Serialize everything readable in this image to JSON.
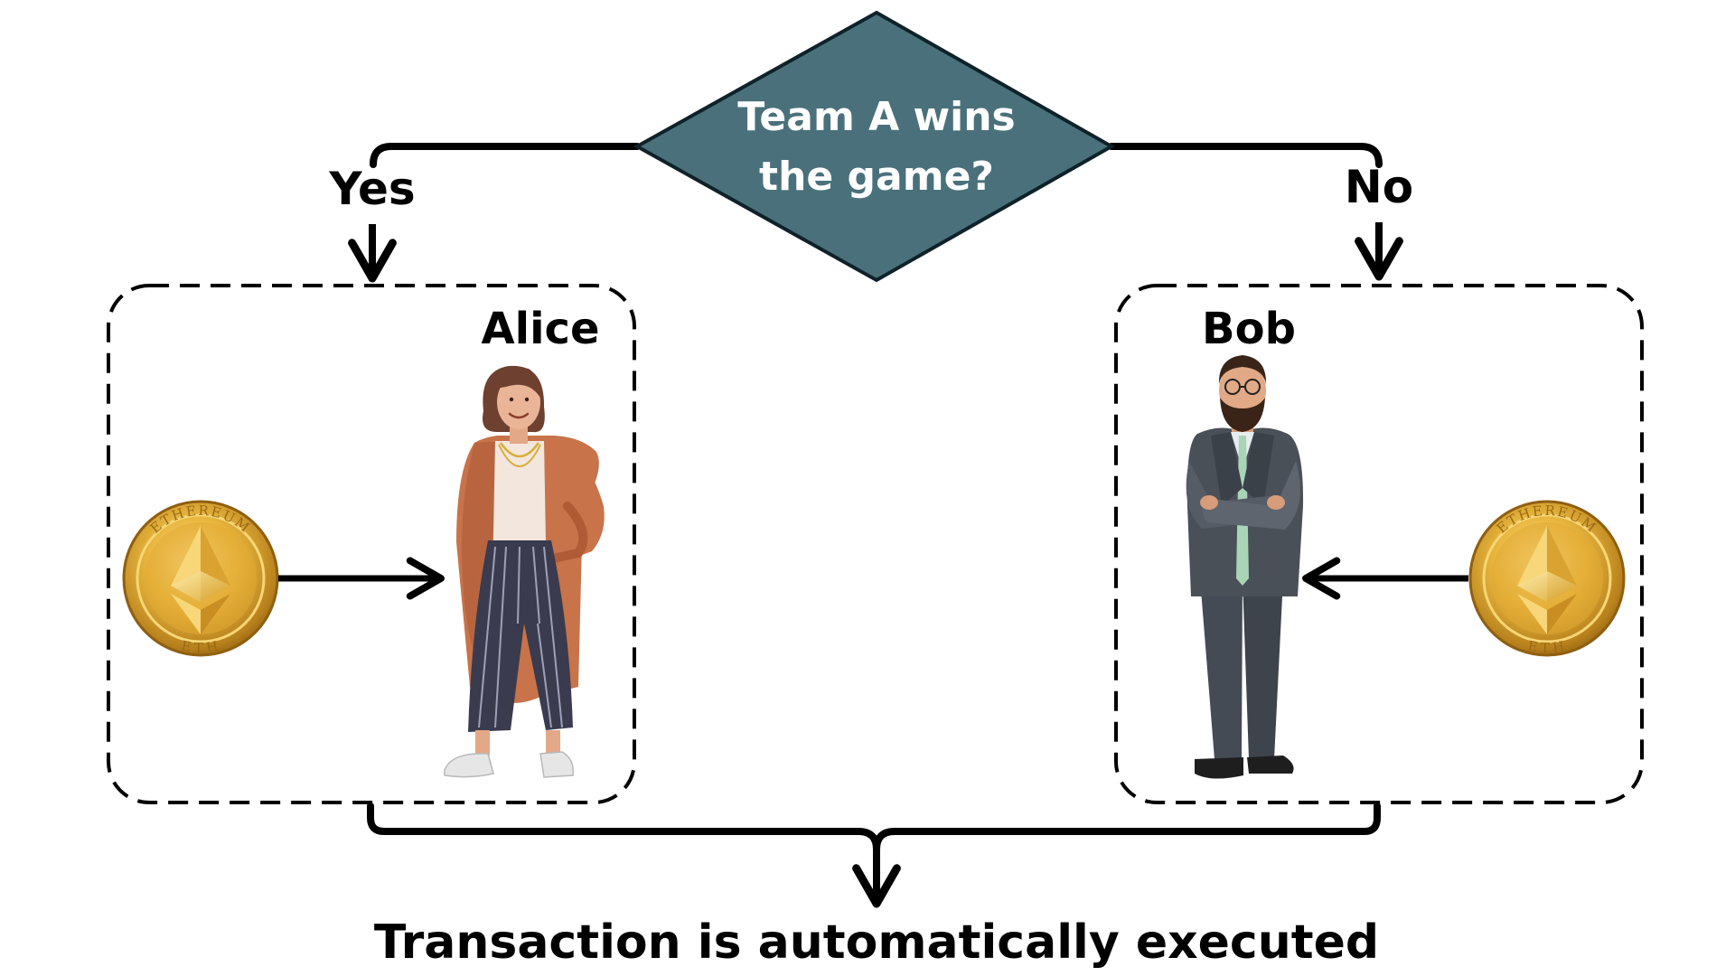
{
  "decision": {
    "line1": "Team A wins",
    "line2": "the game?",
    "fill_color": "#4A717B",
    "text_color": "#FFFFFF"
  },
  "branch_yes": {
    "label": "Yes",
    "person_name": "Alice",
    "coin": {
      "top_text": "ETHEREUM",
      "bottom_text": "ETH"
    }
  },
  "branch_no": {
    "label": "No",
    "person_name": "Bob",
    "coin": {
      "top_text": "ETHEREUM",
      "bottom_text": "ETH"
    }
  },
  "result": {
    "label": "Transaction is automatically executed"
  },
  "colors": {
    "line": "#000000",
    "coin_gold": "#D9A42A",
    "alice_cardigan": "#C8734A",
    "bob_suit": "#4A5058"
  }
}
